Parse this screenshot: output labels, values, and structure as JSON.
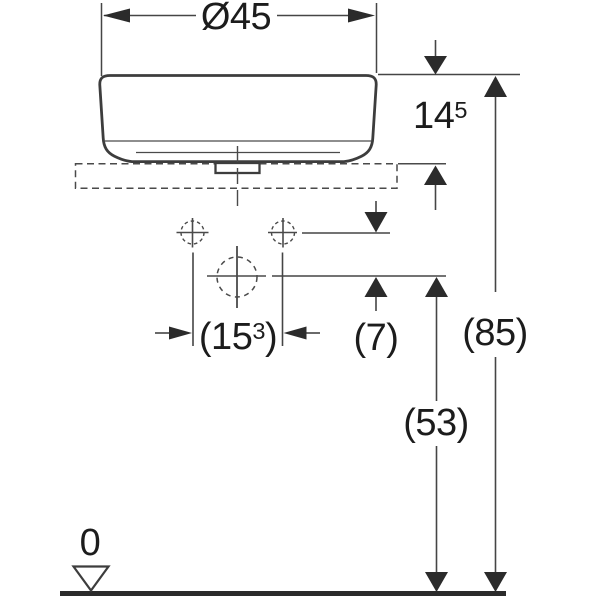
{
  "drawing": {
    "subject": "washbasin-technical-elevation",
    "colors": {
      "background": "#ffffff",
      "line": "#454545",
      "outline": "#3d3d3d",
      "arrow": "#2b2b2b",
      "text": "#1c1c1c"
    },
    "dimensions": {
      "diameter": {
        "text": "Ø45"
      },
      "basin_height": {
        "main": "14",
        "sup": "5"
      },
      "tap_spacing": {
        "pre": "(15",
        "sup": "3",
        "post": ")"
      },
      "drain_offset": {
        "text": "(7)"
      },
      "drain_height": {
        "text": "(53)"
      },
      "overall_height": {
        "text": "(85)"
      },
      "floor_datum": {
        "text": "0"
      }
    }
  }
}
